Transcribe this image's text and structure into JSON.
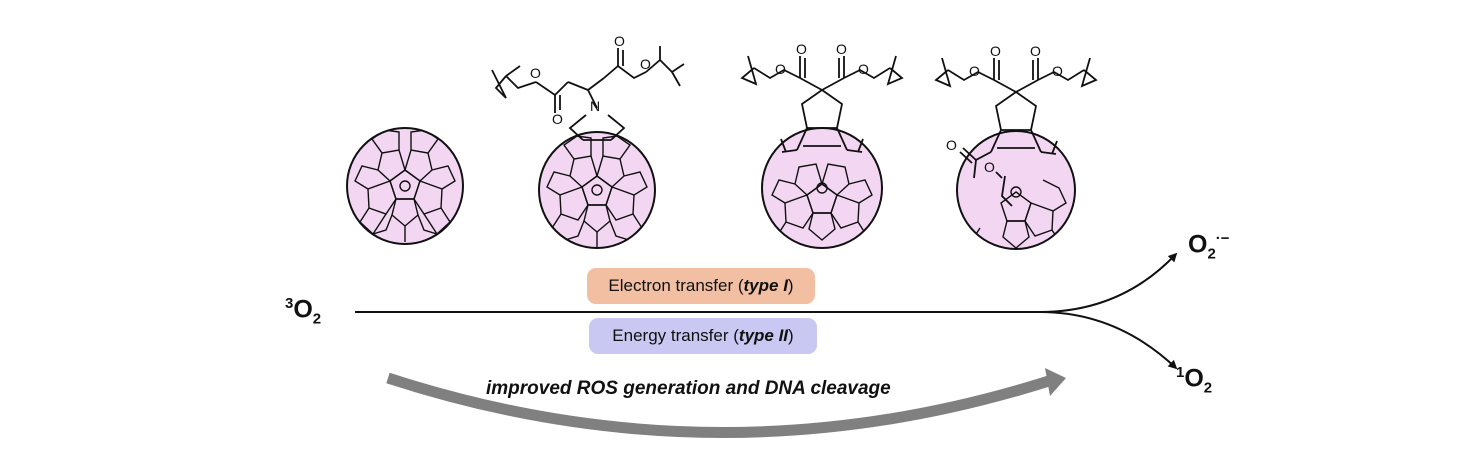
{
  "species": {
    "triplet_oxygen": {
      "sup": "3",
      "base": "O",
      "sub": "2"
    },
    "superoxide": {
      "base": "O",
      "sub": "2",
      "sup": "·−"
    },
    "singlet_oxygen": {
      "sup": "1",
      "base": "O",
      "sub": "2"
    }
  },
  "pathways": {
    "type1": {
      "text": "Electron transfer (",
      "italic": "type I",
      "close": ")"
    },
    "type2": {
      "text": "Energy transfer (",
      "italic": "type II",
      "close": ")"
    }
  },
  "caption": "improved ROS generation and DNA cleavage",
  "atom_labels": {
    "nitrogen": "N",
    "oxygen": "O"
  },
  "colors": {
    "fullerene_fill": "#f2d6f2",
    "pill_type1": "#f2bfa2",
    "pill_type2": "#c8c8f2",
    "big_arrow": "#808080",
    "line": "#111111"
  }
}
